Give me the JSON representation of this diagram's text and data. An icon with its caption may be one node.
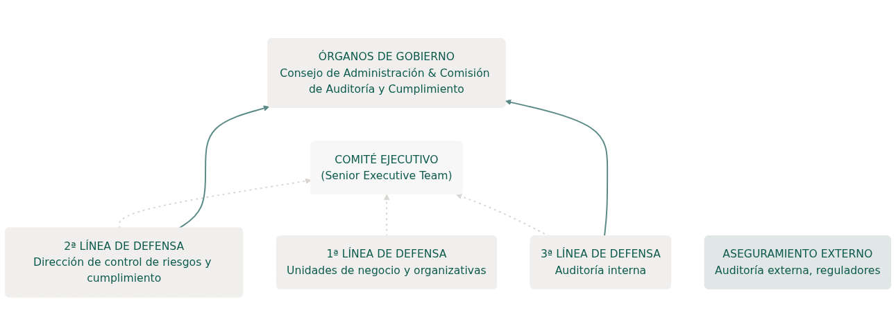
{
  "diagram": {
    "nodes": [
      {
        "text": [
          "ÓRGANOS DE GOBIERNO",
          "Consejo de Administración & Comisión de Auditoría y Cumplimiento"
        ]
      },
      {
        "text": [
          "COMITÉ EJECUTIVO",
          "(Senior Executive Team)"
        ]
      },
      {
        "text": [
          "1ª LÍNEA DE DEFENSA",
          "Unidades de negocio y organizativas"
        ]
      },
      {
        "text": [
          "2ª LÍNEA DE DEFENSA",
          "Dirección de control de riesgos y cumplimiento"
        ]
      },
      {
        "text": [
          "3ª LÍNEA DE DEFENSA",
          "Auditoría interna"
        ]
      },
      {
        "text": [
          "ASEGURAMIENTO EXTERNO",
          "Auditoría externa, reguladores"
        ]
      }
    ],
    "edges": [
      {
        "from": 2,
        "to": 1,
        "arrow": "to",
        "style": "dashed",
        "color": "#d9d6d3"
      },
      {
        "from": 3,
        "to": 1,
        "arrow": "to",
        "style": "dashed",
        "color": "#d9d6d3"
      },
      {
        "from": 4,
        "to": 1,
        "arrow": "to",
        "style": "dashed",
        "color": "#d9d6d3"
      },
      {
        "from": 3,
        "to": 0,
        "arrow": "to",
        "color": "#5a8a86"
      },
      {
        "from": 4,
        "to": 0,
        "arrow": "to",
        "color": "#5a8a86"
      }
    ]
  }
}
